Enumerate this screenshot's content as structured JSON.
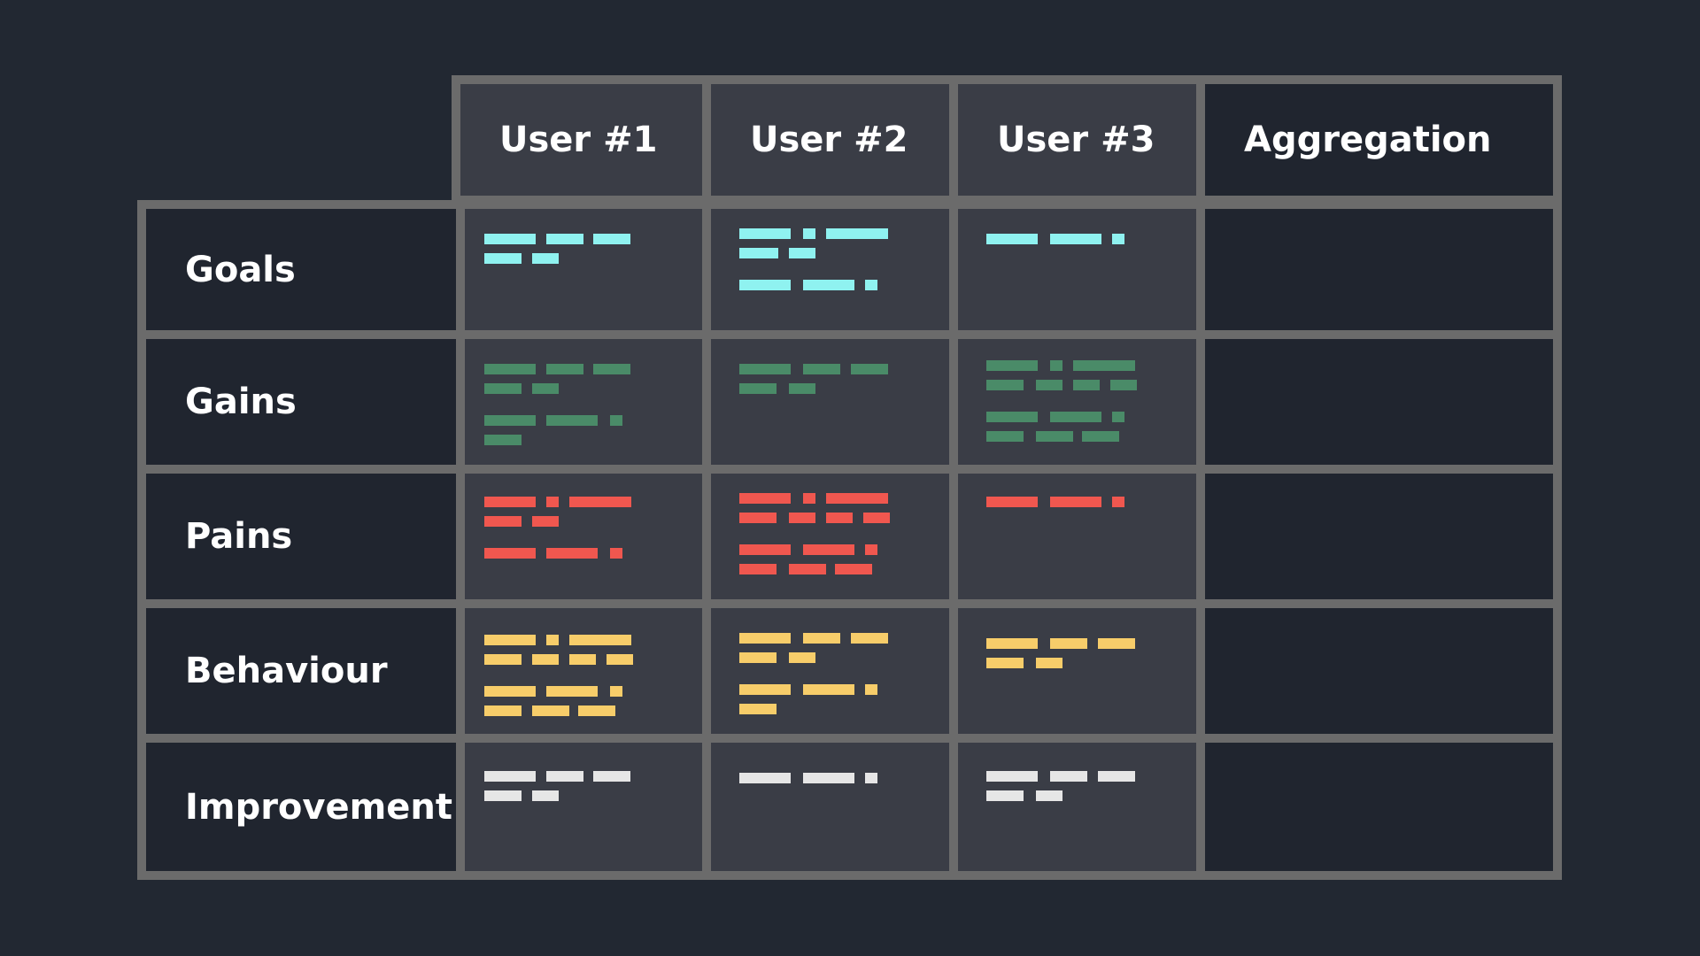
{
  "columns": [
    "User #1",
    "User #2",
    "User #3",
    "Aggregation"
  ],
  "rows": [
    {
      "label": "Goals",
      "color": "#8ff2f0"
    },
    {
      "label": "Gains",
      "color": "#4a8b68"
    },
    {
      "label": "Pains",
      "color": "#f0574f"
    },
    {
      "label": "Behaviour",
      "color": "#f7cd6a"
    },
    {
      "label": "Improvement",
      "color": "#e6e6e6"
    }
  ],
  "colors": {
    "background": "#222832",
    "grid": "#6b6b6b",
    "user_cell": "#3a3d46",
    "dark_cell": "#20252f",
    "text": "#ffffff"
  }
}
